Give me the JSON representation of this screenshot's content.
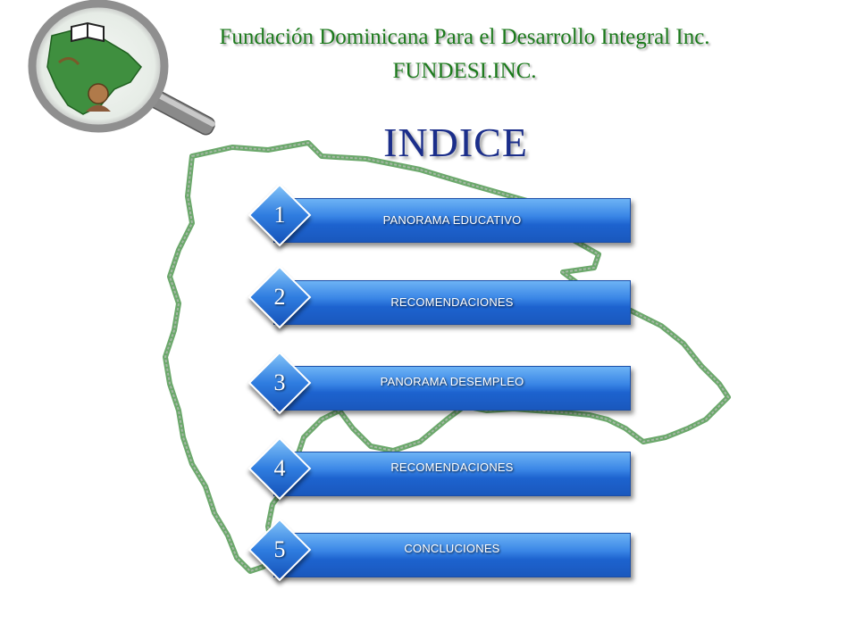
{
  "header": {
    "line1": "Fundación Dominicana Para el Desarrollo Integral Inc.",
    "line2": "FUNDESI.INC."
  },
  "title": "INDICE",
  "items": [
    {
      "number": "1",
      "label": "PANORAMA EDUCATIVO"
    },
    {
      "number": "2",
      "label": "RECOMENDACIONES"
    },
    {
      "number": "3",
      "label": "PANORAMA DESEMPLEO"
    },
    {
      "number": "4",
      "label": "RECOMENDACIONES"
    },
    {
      "number": "5",
      "label": "CONCLUCIONES"
    }
  ],
  "colors": {
    "header_green": "#1c7a1c",
    "title_blue": "#1b2e8a",
    "bar_blue": "#1d63cf",
    "map_outline_green": "#4caf50"
  },
  "icons": {
    "logo": "magnifier-map-book-logo",
    "background": "dominican-republic-map-outline"
  }
}
